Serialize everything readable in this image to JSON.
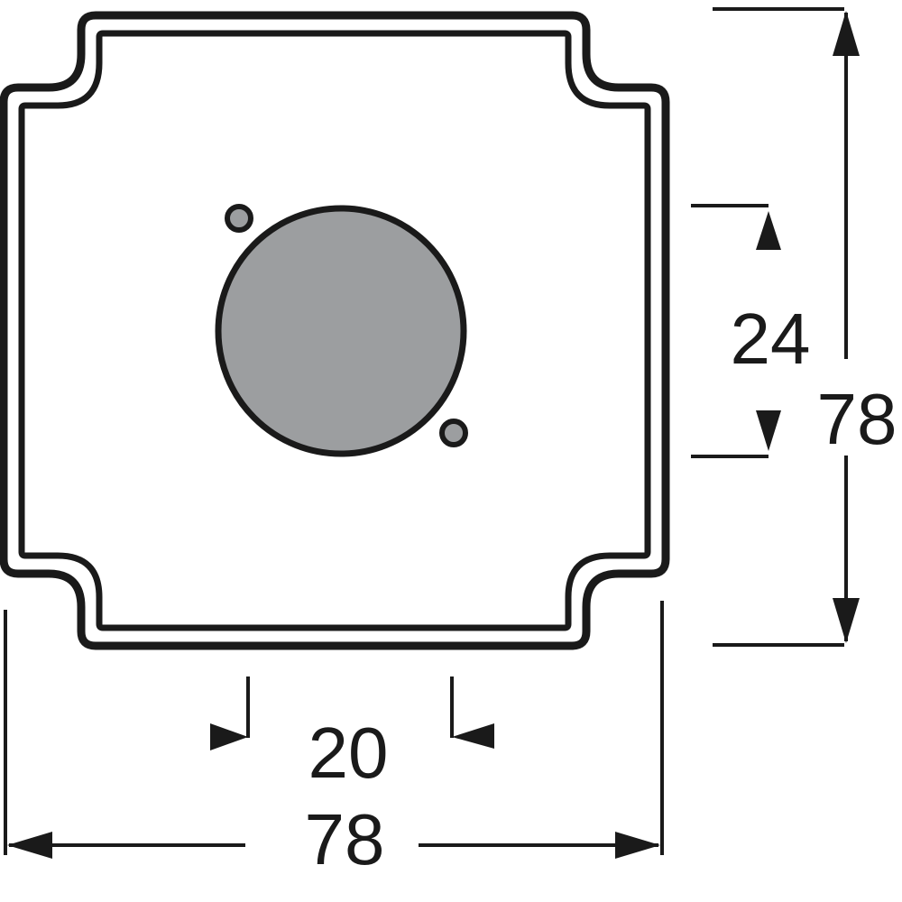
{
  "dimensions": {
    "overall_height": "78",
    "overall_width": "78",
    "hole_spacing_vertical": "24",
    "hole_spacing_horizontal": "20"
  },
  "colors": {
    "line": "#1a1a1a",
    "connector_fill": "#9c9ea0",
    "background": "#ffffff"
  }
}
